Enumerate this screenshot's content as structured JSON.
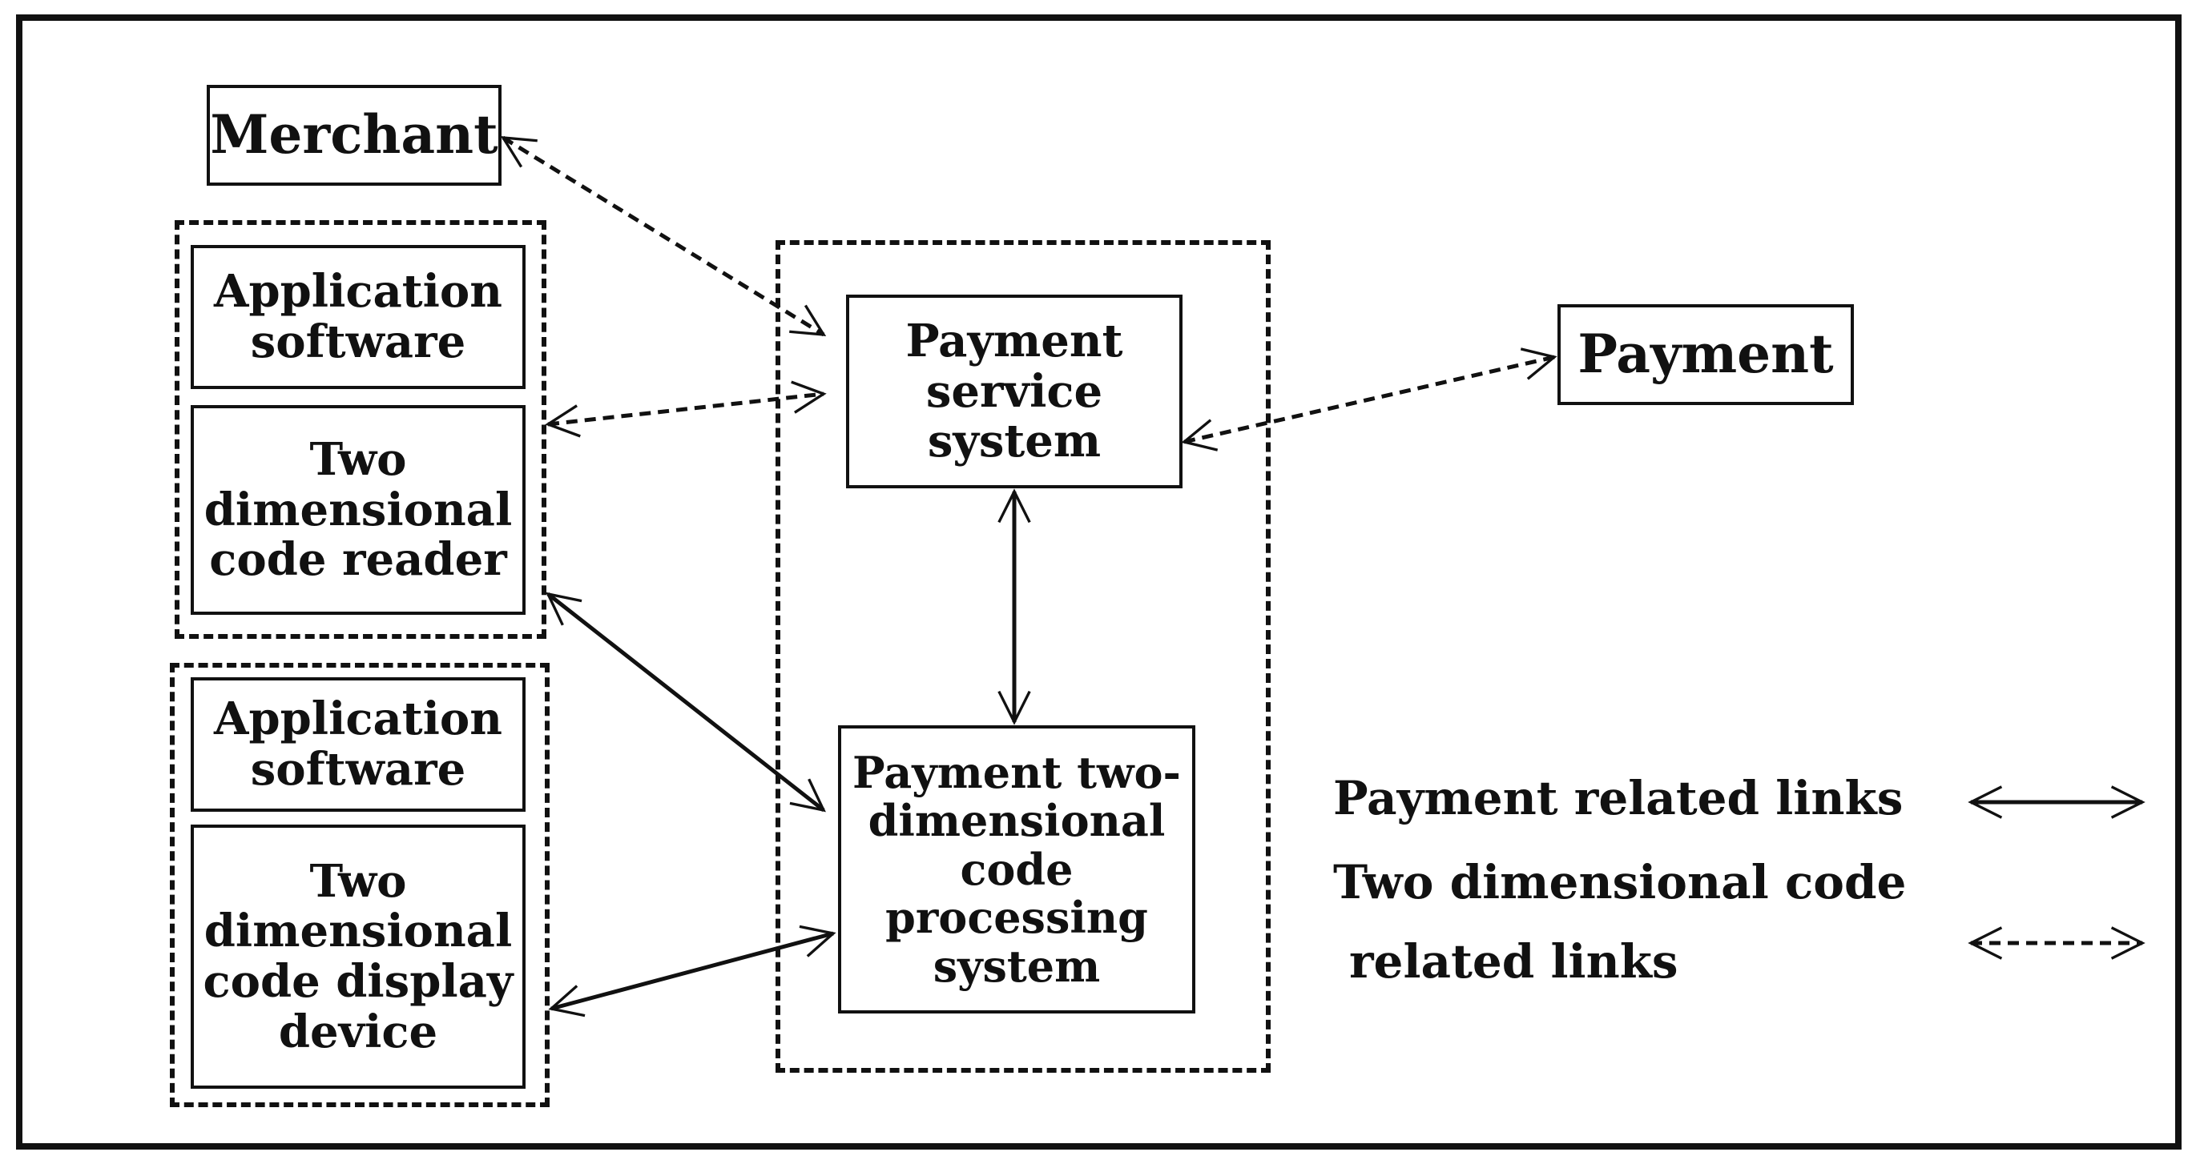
{
  "nodes": {
    "merchant": "Merchant",
    "app_software_top": "Application\nsoftware",
    "code_reader": "Two\ndimensional\ncode reader",
    "app_software_bottom": "Application\nsoftware",
    "code_display": "Two\ndimensional\ncode display\ndevice",
    "payment_service": "Payment\nservice system",
    "payment_code_processing": "Payment two-\ndimensional\ncode processing\nsystem",
    "payment": "Payment"
  },
  "legend": {
    "payment_links": "Payment related links",
    "code_links_line1": "Two dimensional code",
    "code_links_line2": "related links"
  },
  "links": [
    {
      "from": "merchant",
      "to": "payment_service",
      "kind": "dashed"
    },
    {
      "from": "code_reader_group",
      "to": "payment_service",
      "kind": "dashed"
    },
    {
      "from": "payment_service",
      "to": "payment",
      "kind": "dashed"
    },
    {
      "from": "payment_service",
      "to": "payment_code_processing",
      "kind": "solid"
    },
    {
      "from": "code_reader",
      "to": "payment_code_processing",
      "kind": "solid"
    },
    {
      "from": "code_display",
      "to": "payment_code_processing",
      "kind": "solid"
    }
  ]
}
